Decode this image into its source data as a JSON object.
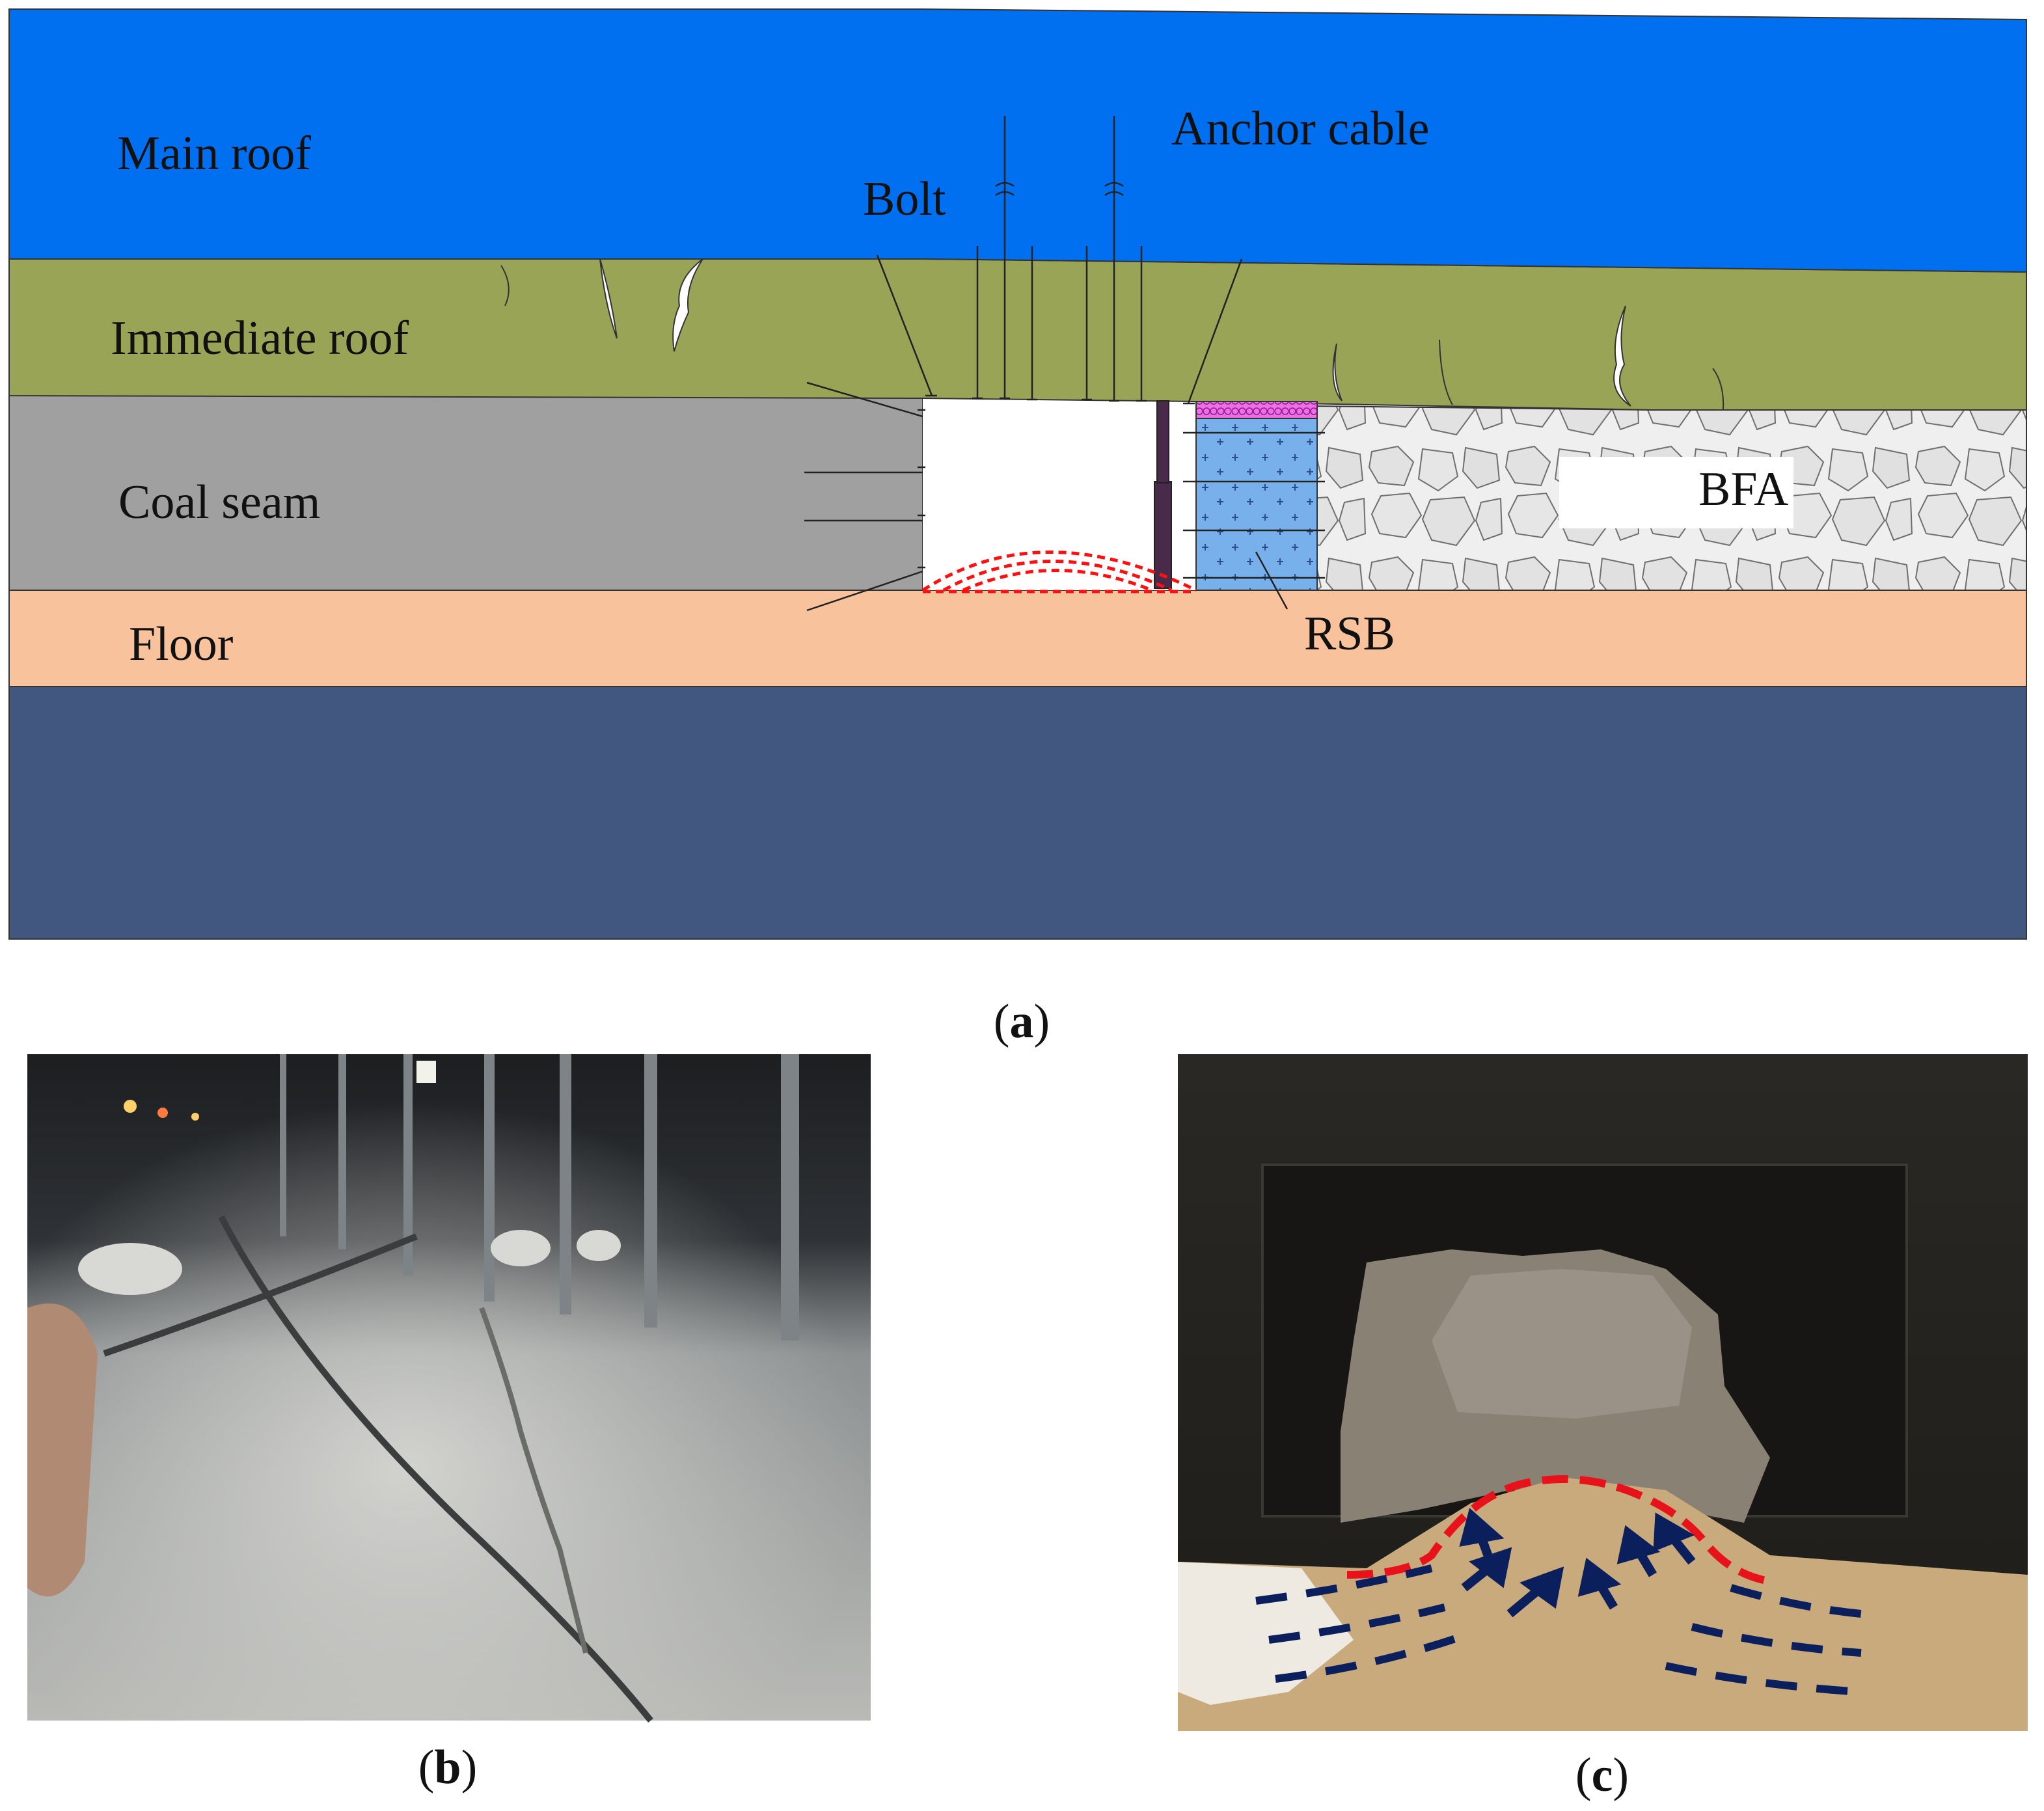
{
  "figure": {
    "panel_a": {
      "layers": {
        "main_roof": "Main roof",
        "immediate_roof": "Immediate roof",
        "coal_seam": "Coal seam",
        "floor": "Floor"
      },
      "callouts": {
        "bolt": "Bolt",
        "anchor_cable": "Anchor cable",
        "bfa": "BFA",
        "rsb": "RSB"
      },
      "colors": {
        "main_roof": "#0070f0",
        "immediate_roof": "#9aa456",
        "coal_seam": "#a0a0a0",
        "floor": "#f8c29c",
        "base_stratum": "#41577f",
        "rsb_fill": "#77b0ea",
        "rsb_cap": "#ee6ee6",
        "heave_line": "#ff1010"
      }
    },
    "captions": {
      "a": {
        "open": "(",
        "letter": "a",
        "close": ")"
      },
      "b": {
        "open": "(",
        "letter": "b",
        "close": ")"
      },
      "c": {
        "open": "(",
        "letter": "c",
        "close": ")"
      }
    },
    "panel_c": {
      "colors": {
        "boundary": "#e8121a",
        "arrows": "#0b1f5c"
      }
    }
  }
}
